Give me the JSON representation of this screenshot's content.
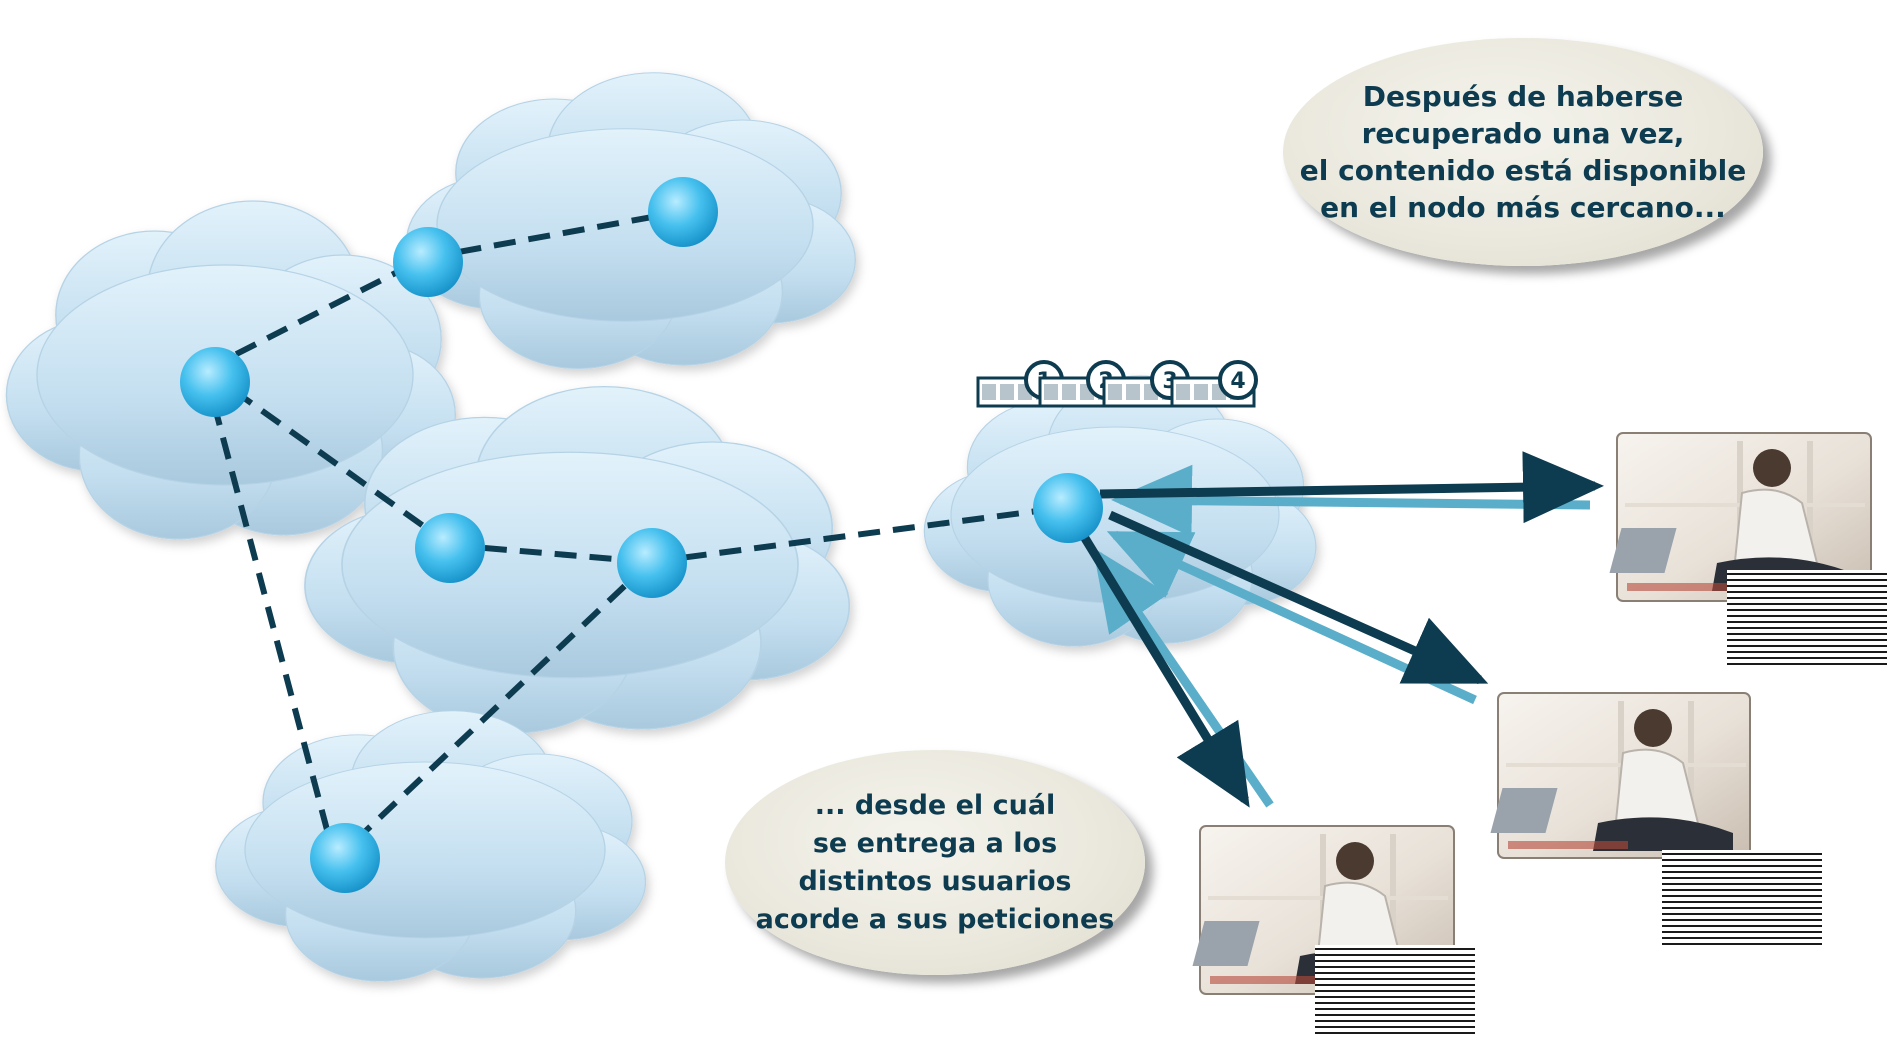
{
  "diagram": {
    "callout_top": {
      "lines": [
        "Después de haberse",
        "recuperado una vez,",
        "el contenido está disponible",
        "en el nodo más cercano..."
      ]
    },
    "callout_bottom": {
      "lines": [
        "... desde el cuál",
        "se entrega a los",
        "distintos usuarios",
        "acorde a sus peticiones"
      ]
    },
    "content_chunks": [
      "1",
      "2",
      "3",
      "4"
    ],
    "colors": {
      "cloud": "#cfe6f4",
      "node": "#3fb8e8",
      "link_dark": "#0d3b50",
      "arrow_light": "#5aaec9",
      "callout_text": "#0d3b50"
    }
  }
}
